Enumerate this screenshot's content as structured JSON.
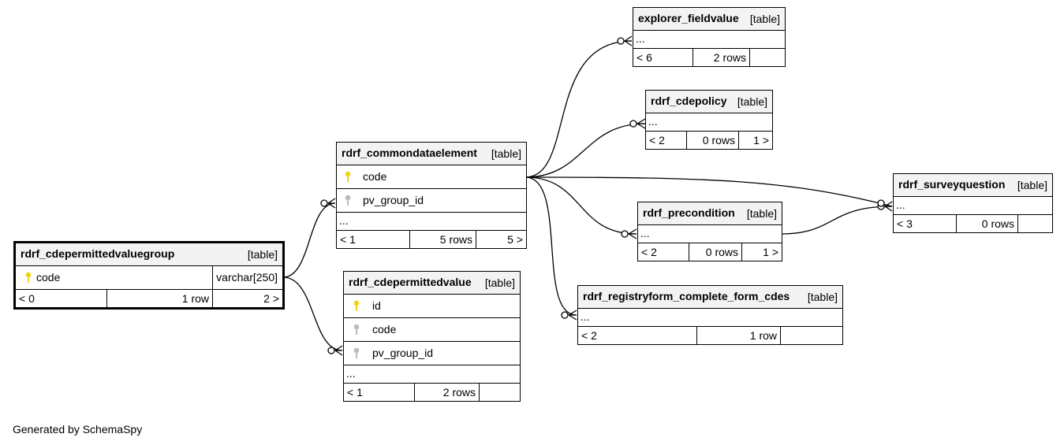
{
  "footer": {
    "generated_by": "Generated by SchemaSpy"
  },
  "tables": {
    "explorer_fieldvalue": {
      "name": "explorer_fieldvalue",
      "kind": "[table]",
      "more": "...",
      "children": "< 6",
      "rows": "2 rows",
      "parents": ""
    },
    "rdrf_cdepolicy": {
      "name": "rdrf_cdepolicy",
      "kind": "[table]",
      "more": "...",
      "children": "< 2",
      "rows": "0 rows",
      "parents": "1 >"
    },
    "rdrf_commondataelement": {
      "name": "rdrf_commondataelement",
      "kind": "[table]",
      "columns": [
        {
          "name": "code",
          "key": "primary"
        },
        {
          "name": "pv_group_id",
          "key": "foreign"
        }
      ],
      "more": "...",
      "children": "< 1",
      "rows": "5 rows",
      "parents": "5 >"
    },
    "rdrf_surveyquestion": {
      "name": "rdrf_surveyquestion",
      "kind": "[table]",
      "more": "...",
      "children": "< 3",
      "rows": "0 rows",
      "parents": ""
    },
    "rdrf_precondition": {
      "name": "rdrf_precondition",
      "kind": "[table]",
      "more": "...",
      "children": "< 2",
      "rows": "0 rows",
      "parents": "1 >"
    },
    "rdrf_cdepermittedvaluegroup": {
      "name": "rdrf_cdepermittedvaluegroup",
      "kind": "[table]",
      "columns": [
        {
          "name": "code",
          "type": "varchar[250]",
          "key": "primary"
        }
      ],
      "children": "< 0",
      "rows": "1 row",
      "parents": "2 >"
    },
    "rdrf_cdepermittedvalue": {
      "name": "rdrf_cdepermittedvalue",
      "kind": "[table]",
      "columns": [
        {
          "name": "id",
          "key": "primary"
        },
        {
          "name": "code",
          "key": "foreign"
        },
        {
          "name": "pv_group_id",
          "key": "foreign"
        }
      ],
      "more": "...",
      "children": "< 1",
      "rows": "2 rows",
      "parents": ""
    },
    "rdrf_registryform_complete_form_cdes": {
      "name": "rdrf_registryform_complete_form_cdes",
      "kind": "[table]",
      "more": "...",
      "children": "< 2",
      "rows": "1 row",
      "parents": ""
    }
  },
  "colors": {
    "primary_key": "#f1d21a",
    "foreign_key": "#bcbcbc",
    "line": "#000000",
    "header_bg": "#f3f3f3"
  }
}
